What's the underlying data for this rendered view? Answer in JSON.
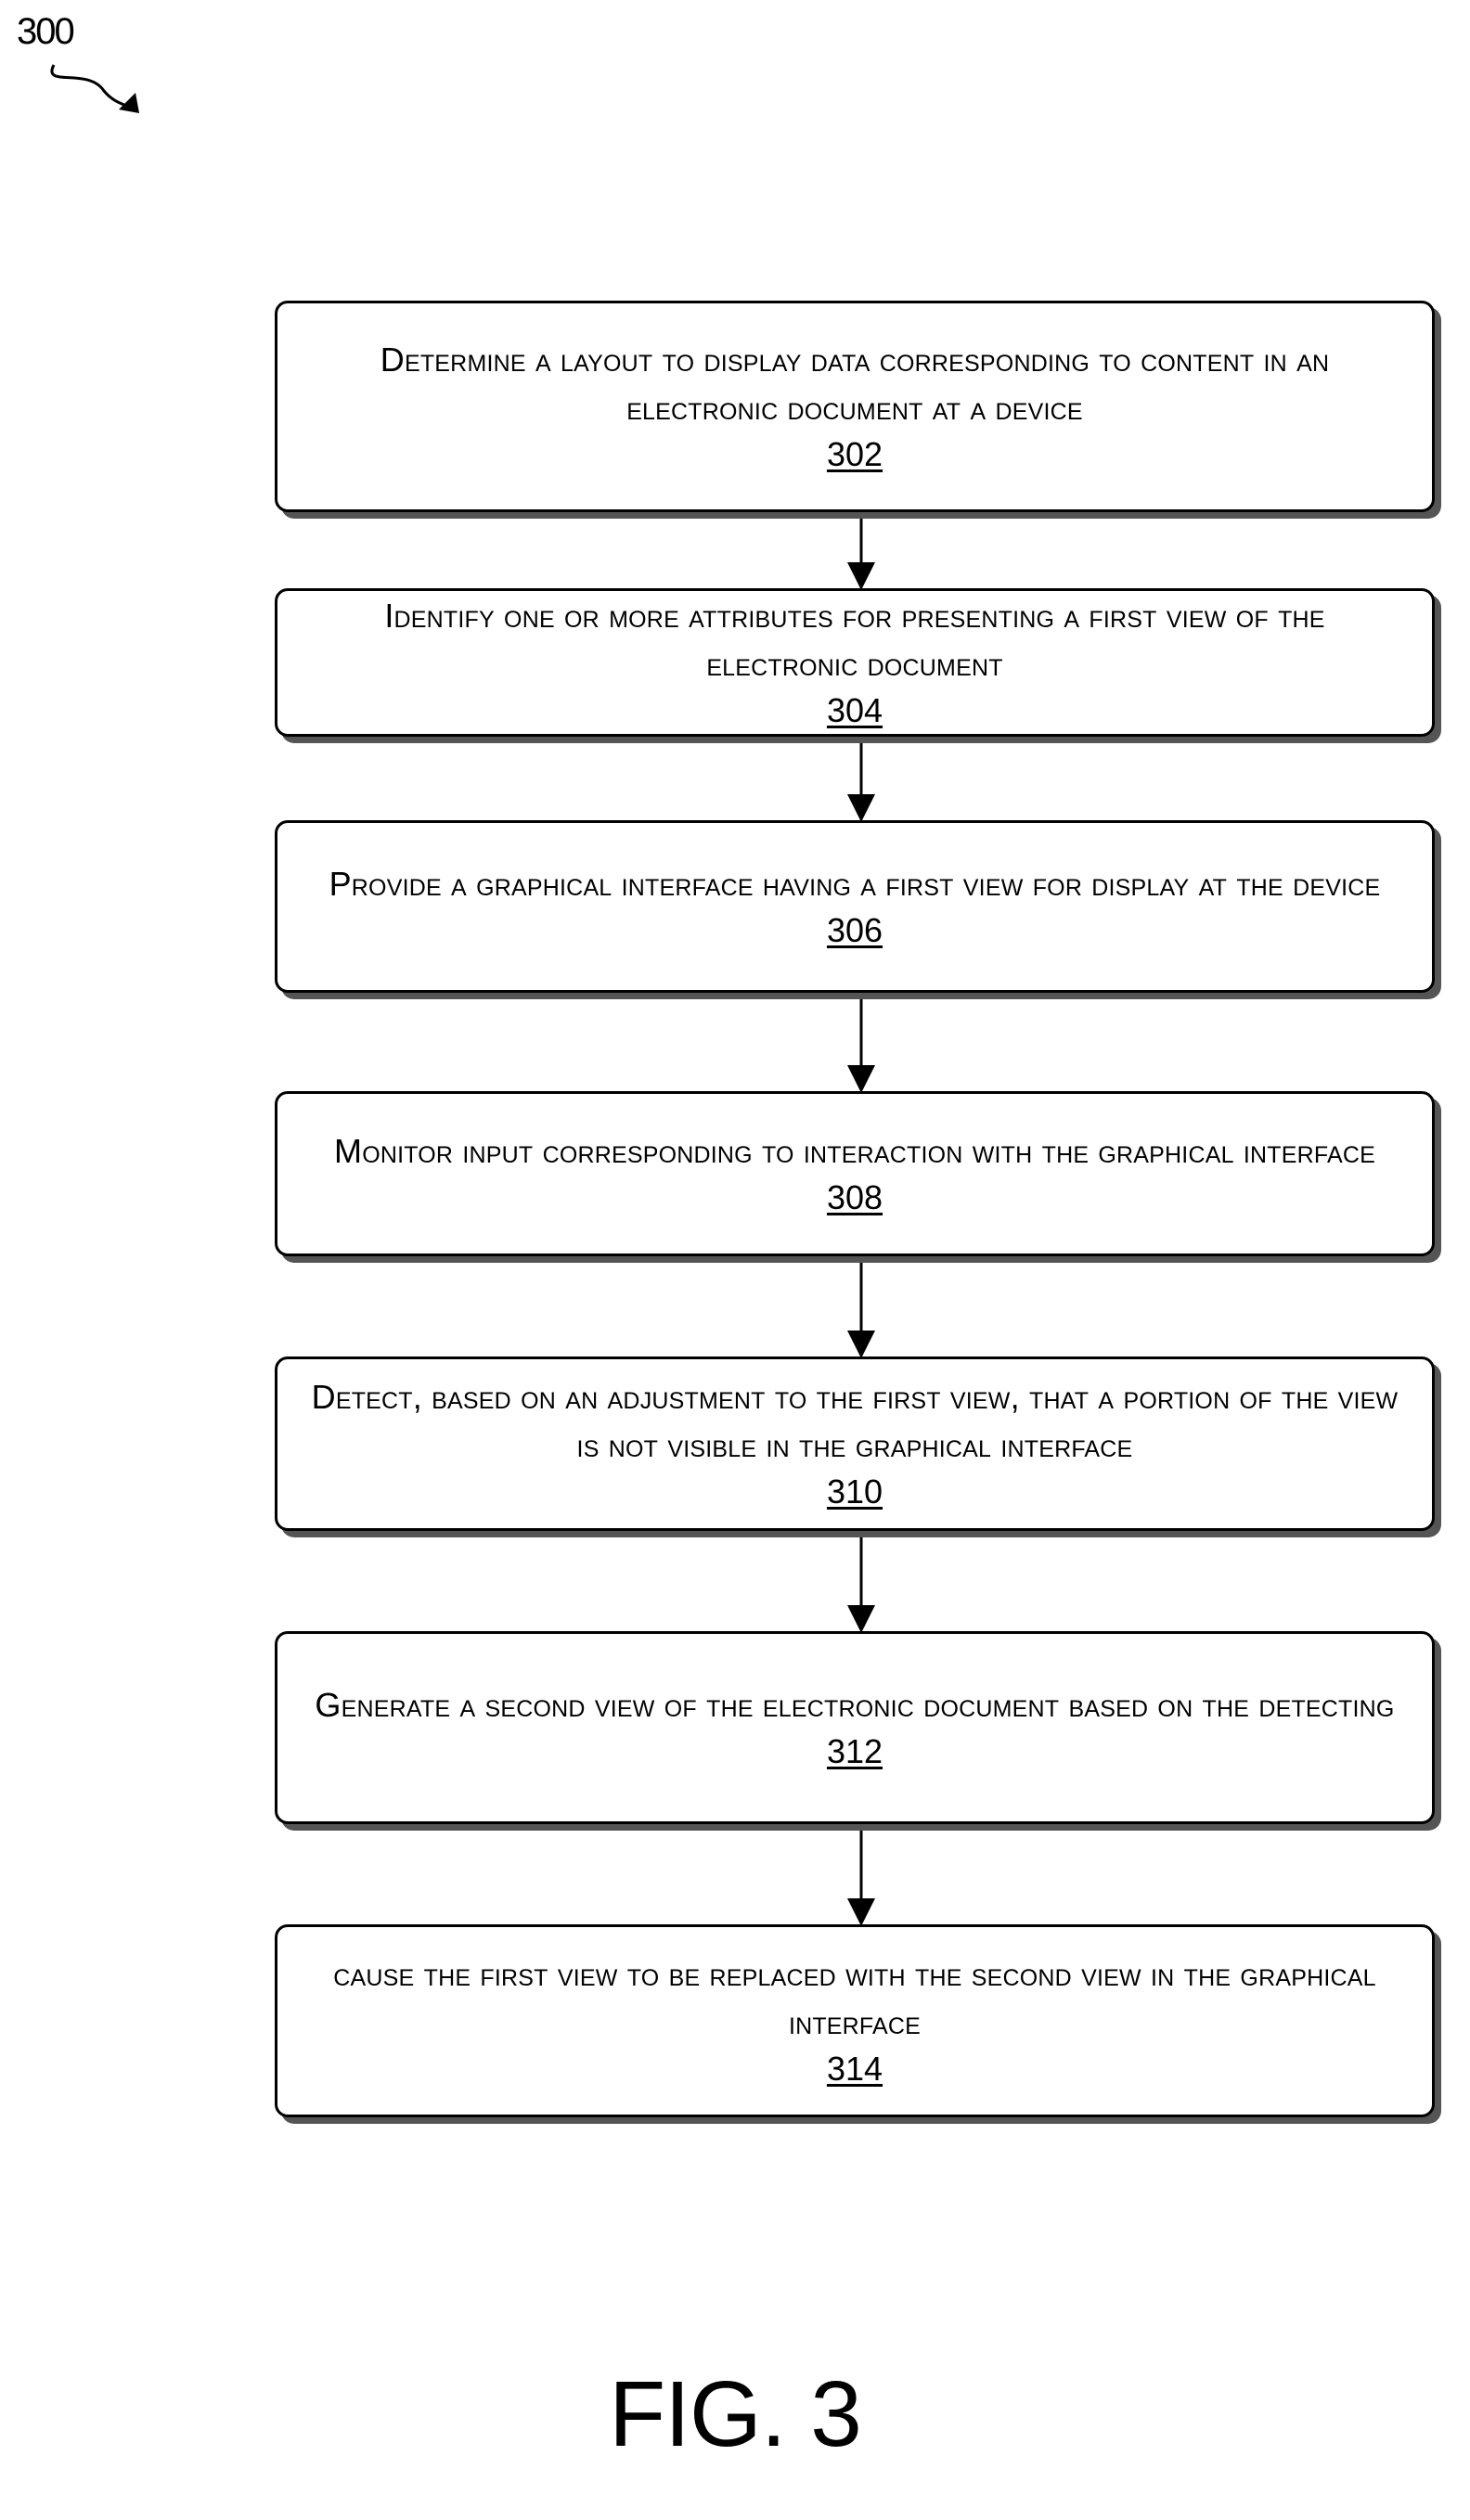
{
  "figure_ref": "300",
  "figure_title": "FIG. 3",
  "steps": [
    {
      "text": "Determine a layout to display data corresponding to content in an electronic document at a device",
      "number": "302"
    },
    {
      "text": "Identify one or more attributes for presenting a first view of the electronic document",
      "number": "304"
    },
    {
      "text": "Provide a graphical interface having a first view for display at the device",
      "number": "306"
    },
    {
      "text": "Monitor input corresponding to interaction with the graphical interface",
      "number": "308"
    },
    {
      "text": "Detect, based on an adjustment to the first view, that a portion of the view is not visible in the graphical interface",
      "number": "310"
    },
    {
      "text": "Generate a second view of the electronic document based on the detecting",
      "number": "312"
    },
    {
      "text": "cause the first view to be replaced with the second view in the graphical interface",
      "number": "314"
    }
  ]
}
